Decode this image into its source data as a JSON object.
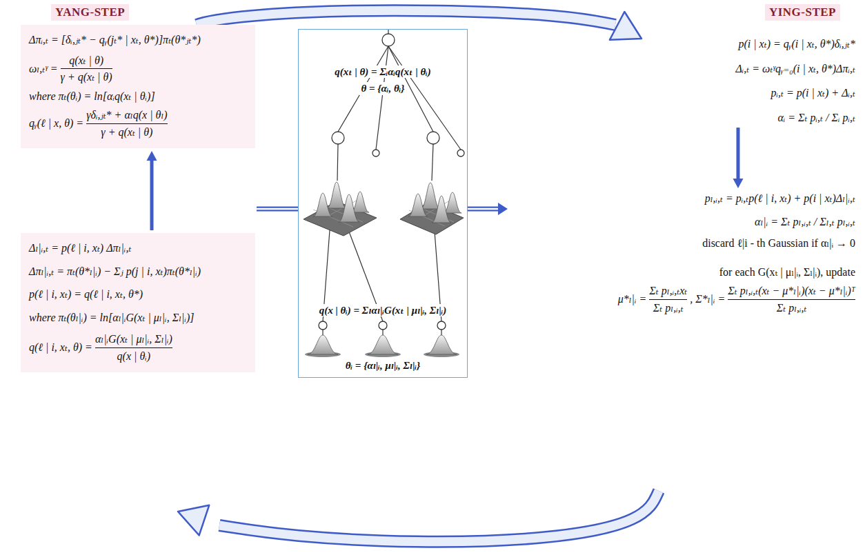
{
  "diagram": {
    "nodes": [
      {
        "text": [
          "YANG-STEP",
          "Δπᵢ,ₜ = [δᵢ,ⱼₜ* − qᵧ(jₜ* | xₜ, θ*)]πₜ(θ*ⱼₜ*)",
          "ωₗ,ₜᵞ =",
          "q(xₜ | θ)",
          "γ + q(xₜ | θ)",
          "where πₜ(θᵢ) = ln[αᵢq(xₜ | θᵢ)]",
          "qᵧ(ℓ | x, θ) =",
          "γδᵢ,ⱼₜ* + αₗq(x | θₗ)",
          "γ + q(xₜ | θ)"
        ]
      },
      {
        "text": [
          "q(xₜ | θ) = Σᵢαᵢq(xₜ | θᵢ)",
          "θ = {αᵢ, θᵢ}",
          "q(x | θᵢ) = Σₗαₗ|ᵢG(xₜ | μₗ|ᵢ, Σₗ|ᵢ)",
          "θᵢ = {αₗ|ᵢ, μₗ|ᵢ, Σₗ|ᵢ}"
        ]
      },
      {
        "text": [
          "YING-STEP",
          "p(i | xₜ) = qᵧ(i | xₜ, θ*)δᵢ,ⱼₜ*",
          "Δᵢ,ₜ = ωₜᵞqᵧ₌₀(i | xₜ, θ*)Δπᵢ,ₜ",
          "pᵢ,ₜ = p(i | xₜ) + Δᵢ,ₜ",
          "αᵢ = Σₜ pᵢ,ₜ / Σᵢ pᵢ,ₜ"
        ]
      },
      {
        "text": [
          "Δₗ|ᵢ,ₜ = p(ℓ | i, xₜ) Δπₗ|ᵢ,ₜ",
          "Δπₗ|ᵢ,ₜ = πₜ(θ*ₗ|ᵢ) − Σⱼ p(j | i, xₜ)πₜ(θ*ₗ|ᵢ)",
          "p(ℓ | i, xₜ) = q(ℓ | i, xₜ, θ*)",
          "where πₜ(θₗ|ᵢ) = ln[αₗ|ᵢG(xₜ | μₗ|ᵢ, Σₗ|ᵢ)]",
          "q(ℓ | i, xₜ, θ) =",
          "αₗ|ᵢG(xₜ | μₗ|ᵢ, Σₗ|ᵢ)",
          "q(x | θᵢ)"
        ]
      },
      {
        "text": [
          "pₗ,ᵢ,ₜ = pᵢ,ₜp(ℓ | i, xₜ) + p(i | xₜ)Δₗ|ᵢ,ₜ",
          "αₗ|ᵢ = Σₜ pₗ,ᵢ,ₜ / Σₗ,ₜ pₗ,ᵢ,ₜ",
          "discard ℓ|i - th Gaussian if αₗ|ᵢ → 0",
          "for each G(xₜ | μₗ|ᵢ, Σₗ|ᵢ), update",
          "μ*ₗ|ᵢ =",
          "Σₜ pₗ,ᵢ,ₜxₜ",
          "Σₜ pₗ,ᵢ,ₜ",
          ", Σ*ₗ|ᵢ =",
          "Σₜ pₗ,ᵢ,ₜ(xₜ − μ*ₗ|ᵢ)(xₜ − μ*ₗ|ᵢ)ᵀ",
          "Σₜ pₗ,ᵢ,ₜ"
        ]
      }
    ],
    "edges": [
      {
        "from": 0,
        "to": 2,
        "arrow": "to"
      },
      {
        "from": 2,
        "to": 4,
        "arrow": "to"
      },
      {
        "from": 4,
        "to": 3,
        "arrow": "to"
      },
      {
        "from": 3,
        "to": 0,
        "arrow": "to"
      },
      {
        "from": 0,
        "to": 1,
        "arrow": "none"
      },
      {
        "from": 1,
        "to": 4,
        "arrow": "to"
      }
    ]
  }
}
